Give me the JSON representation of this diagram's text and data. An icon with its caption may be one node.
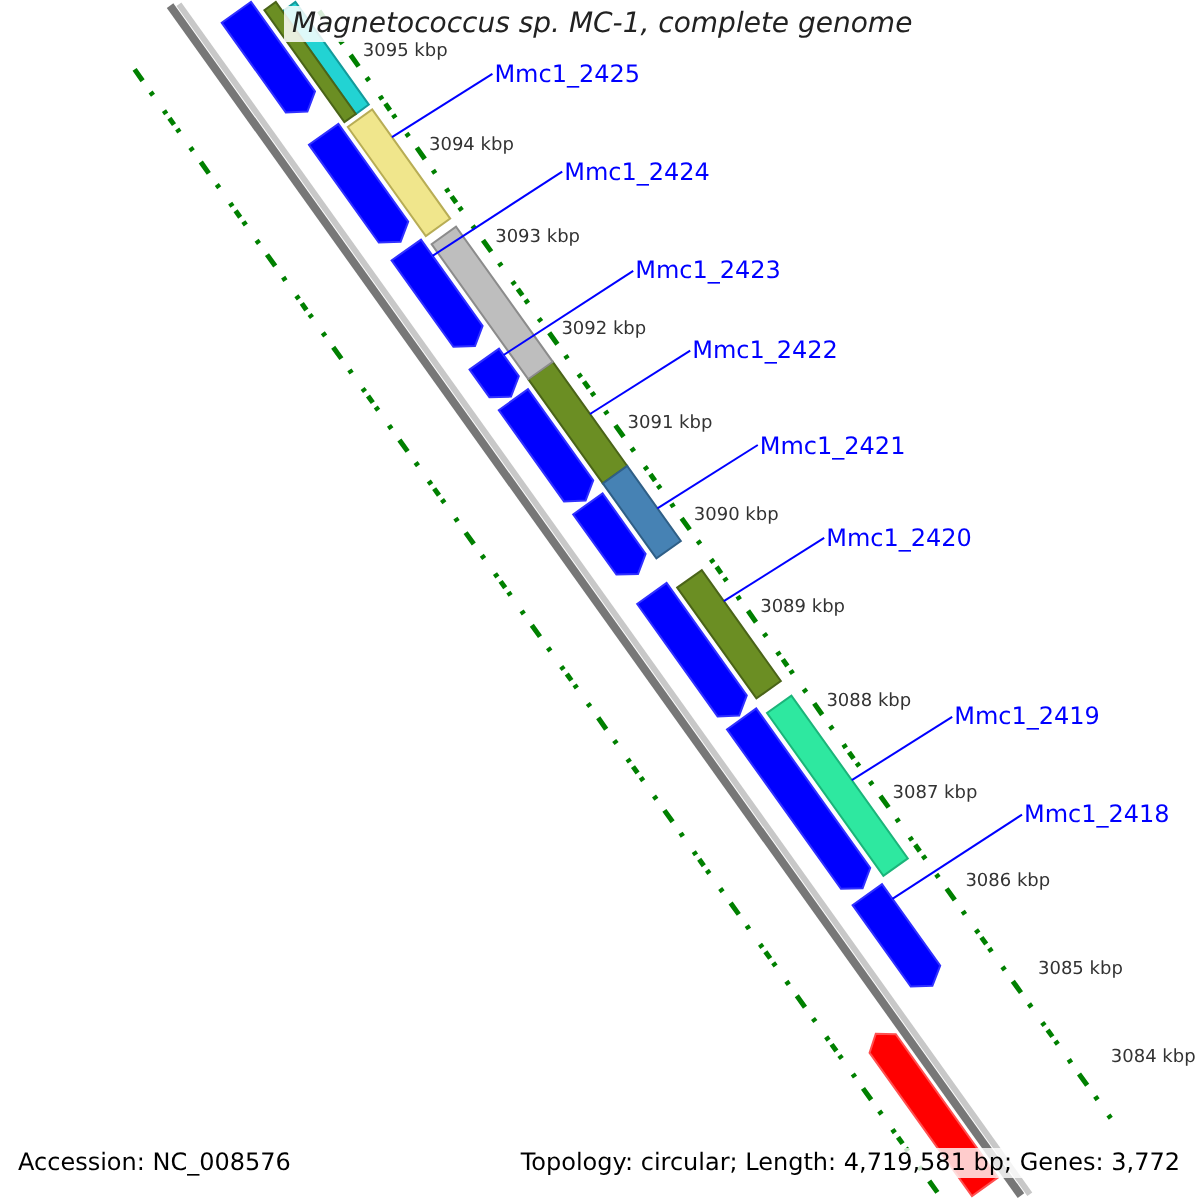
{
  "diagram": {
    "title": "Magnetococcus sp. MC-1, complete genome",
    "nodes": [
      {
        "text": [
          "Mmc1_2425"
        ]
      },
      {
        "text": [
          "Mmc1_2424"
        ]
      },
      {
        "text": [
          "Mmc1_2423"
        ]
      },
      {
        "text": [
          "Mmc1_2422"
        ]
      },
      {
        "text": [
          "Mmc1_2421"
        ]
      },
      {
        "text": [
          "Mmc1_2420"
        ]
      },
      {
        "text": [
          "Mmc1_2419"
        ]
      },
      {
        "text": [
          "Mmc1_2418"
        ]
      },
      {
        "text": [],
        "shape": "bar"
      },
      {
        "text": [],
        "shape": "bar"
      },
      {
        "text": [],
        "shape": "bar"
      },
      {
        "text": [],
        "shape": "bar"
      },
      {
        "text": [],
        "shape": "bar"
      },
      {
        "text": [],
        "shape": "bar"
      },
      {
        "text": [],
        "shape": "bar"
      },
      {
        "text": [],
        "shape": "bar"
      },
      {
        "text": [],
        "shape": "bar"
      },
      {
        "text": [],
        "shape": "bar"
      },
      {
        "text": [],
        "shape": "bar"
      },
      {
        "text": [],
        "shape": "bar"
      },
      {
        "text": [],
        "shape": "bar"
      },
      {
        "text": [],
        "shape": "bar"
      },
      {
        "text": [],
        "shape": "bar"
      },
      {
        "text": [],
        "shape": "bar"
      },
      {
        "text": [],
        "shape": "bar"
      },
      {
        "text": [],
        "shape": "bar"
      }
    ],
    "edges": [
      {
        "from": 0,
        "to": 8,
        "arrow": "none"
      },
      {
        "from": 1,
        "to": 9,
        "arrow": "none"
      },
      {
        "from": 2,
        "to": 10,
        "arrow": "none"
      },
      {
        "from": 3,
        "to": 11,
        "arrow": "none"
      },
      {
        "from": 4,
        "to": 12,
        "arrow": "none"
      },
      {
        "from": 5,
        "to": 13,
        "arrow": "none"
      },
      {
        "from": 6,
        "to": 14,
        "arrow": "none"
      },
      {
        "from": 7,
        "to": 15,
        "arrow": "none"
      }
    ],
    "labels": [
      "3095 kbp",
      "3094 kbp",
      "3093 kbp",
      "3092 kbp",
      "3091 kbp",
      "3090 kbp",
      "3089 kbp",
      "3088 kbp",
      "3087 kbp",
      "3086 kbp",
      "3085 kbp",
      "3084 kbp",
      "Accession: NC_008576",
      "Topology: circular; Length: 4,719,581 bp; Genes: 3,772"
    ]
  }
}
